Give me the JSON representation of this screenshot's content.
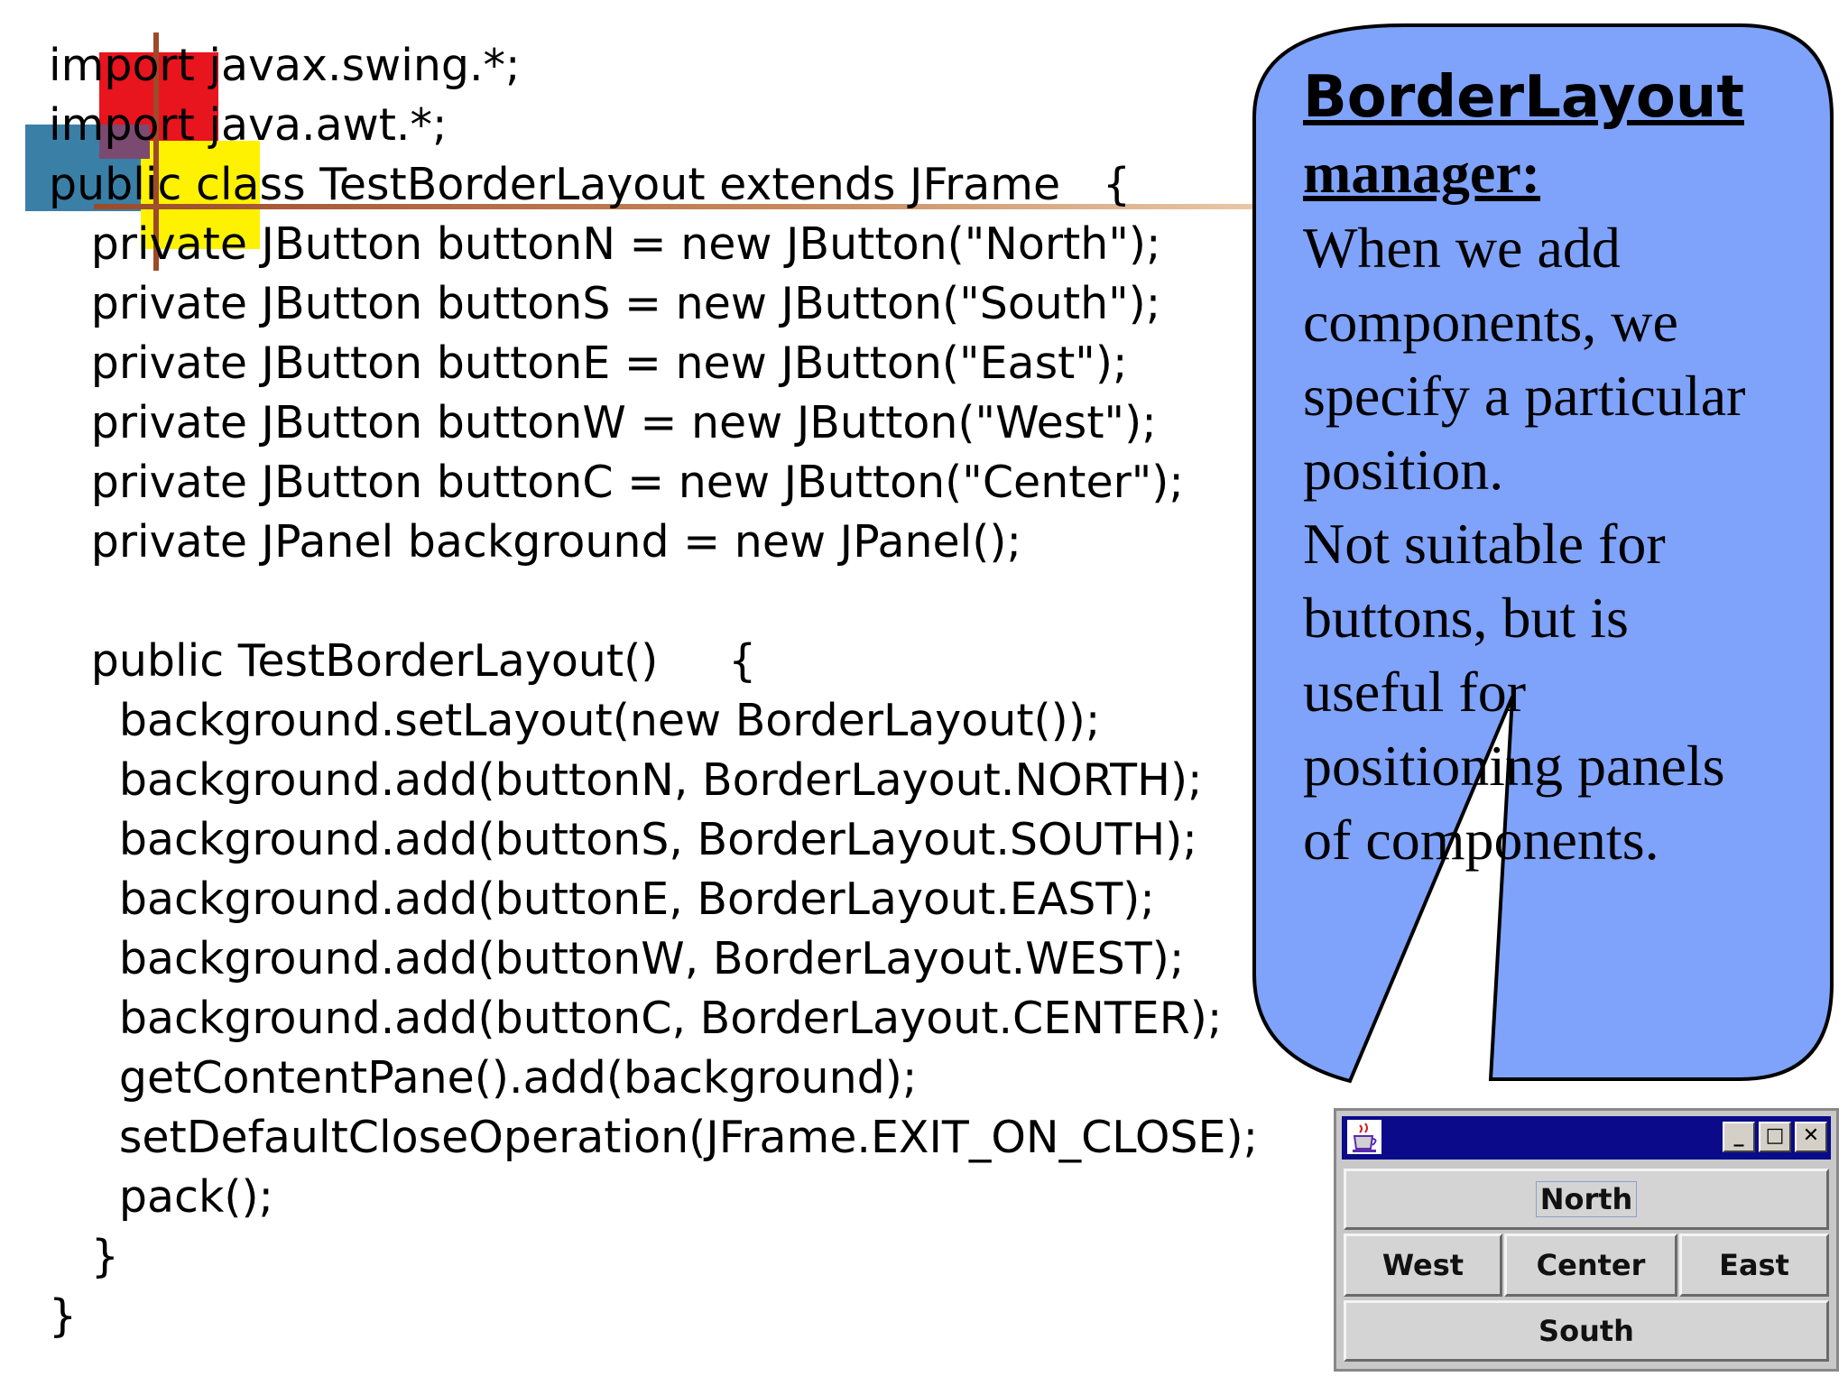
{
  "code_lines": [
    "import javax.swing.*;",
    "import java.awt.*;",
    "public class TestBorderLayout extends JFrame   {",
    "   private JButton buttonN = new JButton(\"North\");",
    "   private JButton buttonS = new JButton(\"South\");",
    "   private JButton buttonE = new JButton(\"East\");",
    "   private JButton buttonW = new JButton(\"West\");",
    "   private JButton buttonC = new JButton(\"Center\");",
    "   private JPanel background = new JPanel();",
    "",
    "   public TestBorderLayout()     {",
    "     background.setLayout(new BorderLayout());",
    "     background.add(buttonN, BorderLayout.NORTH);",
    "     background.add(buttonS, BorderLayout.SOUTH);",
    "     background.add(buttonE, BorderLayout.EAST);",
    "     background.add(buttonW, BorderLayout.WEST);",
    "     background.add(buttonC, BorderLayout.CENTER);",
    "     getContentPane().add(background);",
    "     setDefaultCloseOperation(JFrame.EXIT_ON_CLOSE);",
    "     pack();",
    "   }",
    "}"
  ],
  "callout": {
    "title": "BorderLayout",
    "subtitle": "manager:",
    "body_lines": [
      "When we add",
      "components, we",
      "specify a particular",
      "position.",
      "Not suitable for",
      "buttons, but is",
      "useful for",
      "positioning panels",
      "of components."
    ]
  },
  "window": {
    "icon": "java-cup-icon",
    "controls": {
      "minimize": "_",
      "maximize": "□",
      "close": "✕"
    },
    "buttons": {
      "north": "North",
      "south": "South",
      "east": "East",
      "west": "West",
      "center": "Center"
    }
  },
  "colors": {
    "callout_fill": "#7fa3fb",
    "titlebar": "#0a0a8a",
    "deco_red": "#e8141e",
    "deco_yellow": "#fff200",
    "deco_teal": "#3a7fa6",
    "deco_line": "#9c4a2a"
  }
}
